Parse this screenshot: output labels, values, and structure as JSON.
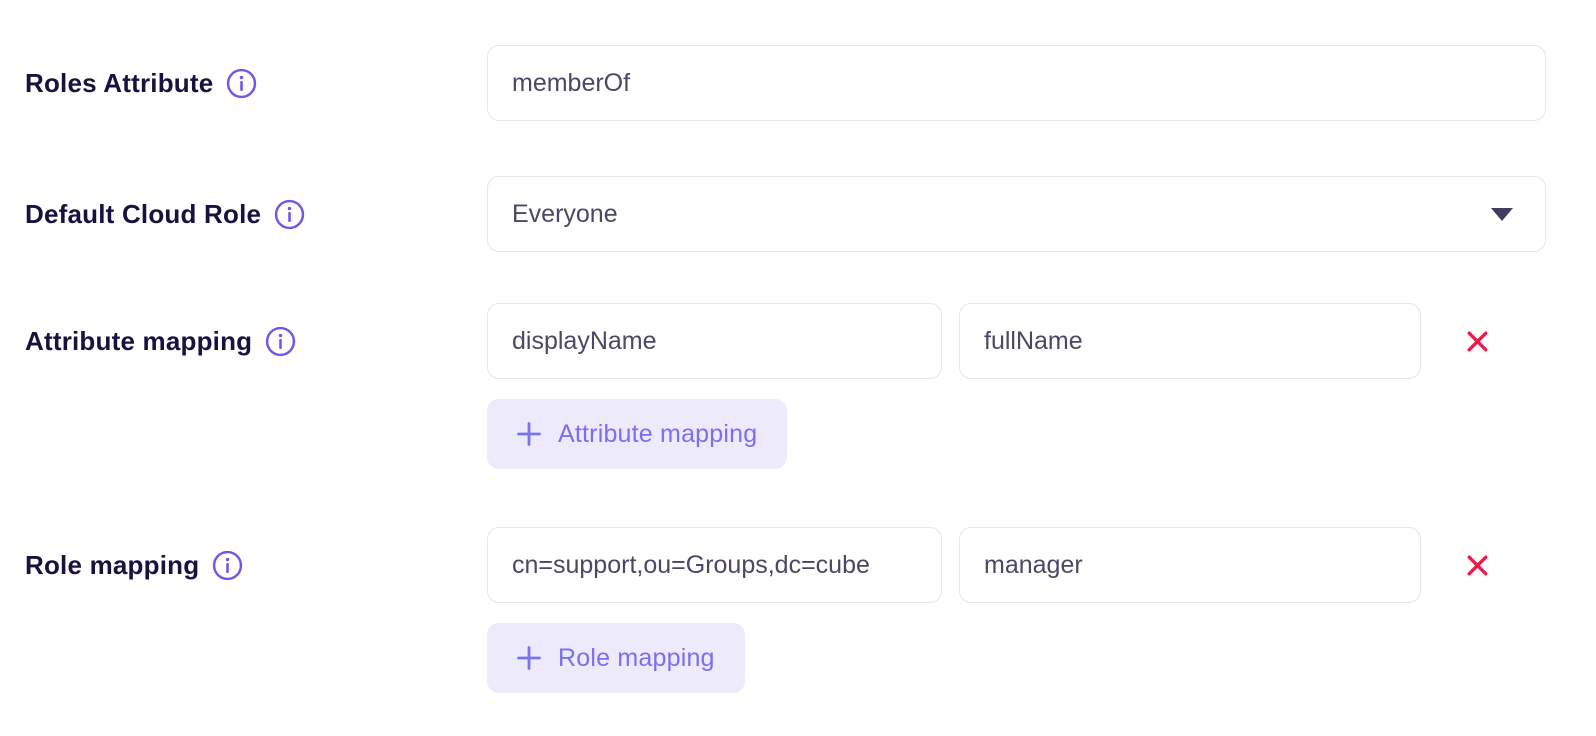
{
  "form": {
    "roles_attribute": {
      "label": "Roles Attribute",
      "value": "memberOf"
    },
    "default_cloud_role": {
      "label": "Default Cloud Role",
      "selected_value": "Everyone"
    },
    "attribute_mapping": {
      "label": "Attribute mapping",
      "source_value": "displayName",
      "target_value": "fullName",
      "add_button_label": "Attribute mapping"
    },
    "role_mapping": {
      "label": "Role mapping",
      "source_value": "cn=support,ou=Groups,dc=cube",
      "target_value": "manager",
      "add_button_label": "Role mapping"
    }
  },
  "icons": {
    "info": "info-icon",
    "dropdown_caret": "chevron-down-icon",
    "add": "plus-icon",
    "remove": "x-icon"
  },
  "colors": {
    "accent_purple": "#7157e8",
    "add_button_bg": "#eceafb",
    "add_button_text": "#7b6ff0",
    "danger_red": "#ec1a4b",
    "label_text": "#19123f",
    "input_text": "#4b4764",
    "input_border": "#e6e5ea",
    "caret": "#413c60"
  }
}
